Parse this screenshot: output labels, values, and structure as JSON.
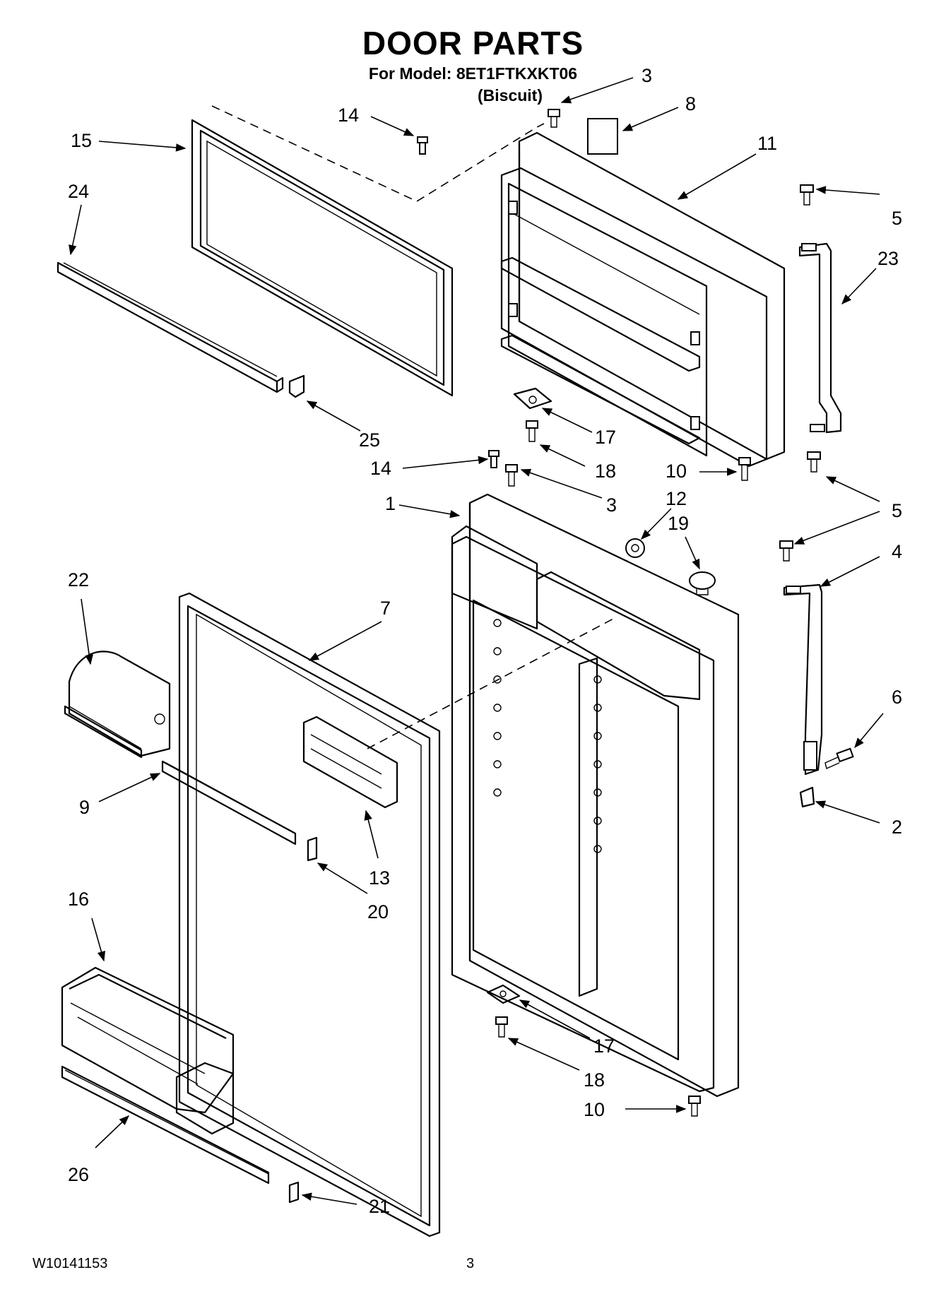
{
  "header": {
    "title": "DOOR PARTS",
    "model_line": "For Model: 8ET1FTKXKT06",
    "color_note": "(Biscuit)"
  },
  "footer": {
    "doc_number": "W10141153",
    "page_number": "3"
  },
  "callouts": [
    "3",
    "8",
    "14",
    "15",
    "11",
    "24",
    "5",
    "23",
    "25",
    "17",
    "18",
    "14",
    "3",
    "10",
    "1",
    "12",
    "19",
    "5",
    "4",
    "22",
    "7",
    "6",
    "9",
    "13",
    "2",
    "20",
    "16",
    "17",
    "18",
    "10",
    "26",
    "21"
  ]
}
